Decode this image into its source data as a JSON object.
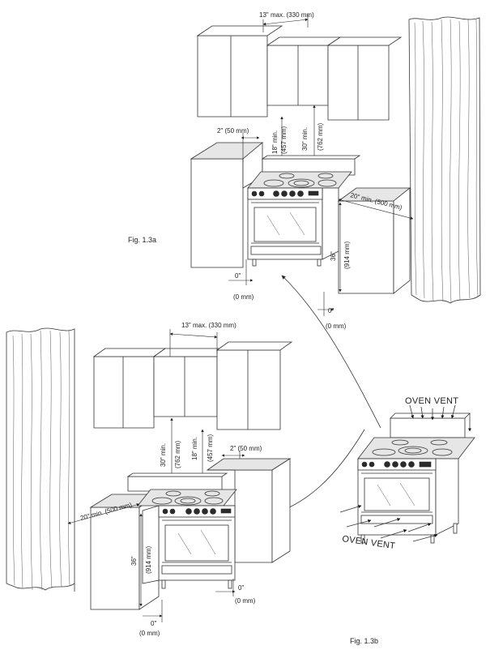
{
  "figures": {
    "fig_a_caption": "Fig. 1.3a",
    "fig_b_caption": "Fig. 1.3b"
  },
  "top_view": {
    "dim_depth_max": "13\" max. (330 mm)",
    "dim_hood_min_in": "18\" min.",
    "dim_hood_min_mm": "(457 mm)",
    "dim_cab_min_in": "30\" min.",
    "dim_cab_min_mm": "(762 mm)",
    "dim_side_gap": "2\" (50 mm)",
    "dim_side_clear": "20\" min. (500 mm)",
    "dim_height_in": "36\"",
    "dim_height_mm": "(914 mm)",
    "dim_zero_left_in": "0\"",
    "dim_zero_left_mm": "(0 mm)",
    "dim_zero_right_in": "0\"",
    "dim_zero_right_mm": "(0 mm)"
  },
  "bottom_view": {
    "dim_depth_max": "13\" max. (330 mm)",
    "dim_cab_min_in": "30\" min.",
    "dim_cab_min_mm": "(762 mm)",
    "dim_hood_min_in": "18\" min.",
    "dim_hood_min_mm": "(457 mm)",
    "dim_side_gap": "2\" (50 mm)",
    "dim_side_clear": "20\" min. (500 mm)",
    "dim_height_in": "36\"",
    "dim_height_mm": "(914 mm)",
    "dim_zero_left_in": "0\"",
    "dim_zero_left_mm": "(0 mm)",
    "dim_zero_right_in": "0\"",
    "dim_zero_right_mm": "(0 mm)"
  },
  "vent_detail": {
    "label_top": "OVEN VENT",
    "label_bottom": "OVEN VENT"
  }
}
